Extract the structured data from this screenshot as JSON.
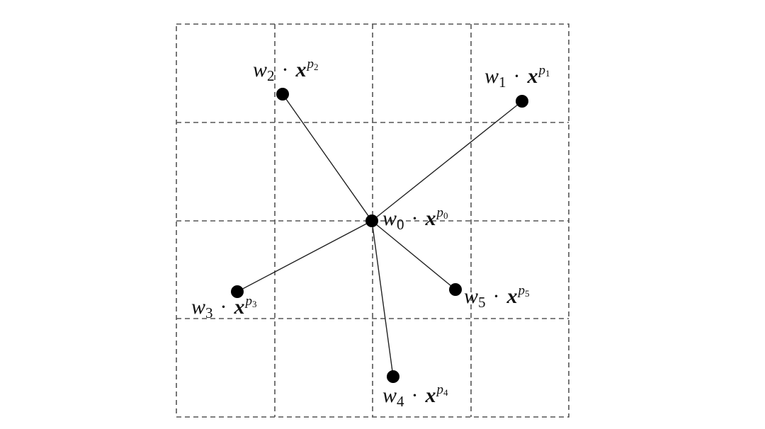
{
  "diagram": {
    "colors": {
      "grid": "#555555",
      "edge": "#222222",
      "node": "#000000",
      "text": "#111111"
    },
    "labels": {
      "p0": {
        "w": "w",
        "w_sub": "0",
        "dot": "·",
        "x": "x",
        "p": "p",
        "p_sub": "0"
      },
      "p1": {
        "w": "w",
        "w_sub": "1",
        "dot": "·",
        "x": "x",
        "p": "p",
        "p_sub": "1"
      },
      "p2": {
        "w": "w",
        "w_sub": "2",
        "dot": "·",
        "x": "x",
        "p": "p",
        "p_sub": "2"
      },
      "p3": {
        "w": "w",
        "w_sub": "3",
        "dot": "·",
        "x": "x",
        "p": "p",
        "p_sub": "3"
      },
      "p4": {
        "w": "w",
        "w_sub": "4",
        "dot": "·",
        "x": "x",
        "p": "p",
        "p_sub": "4"
      },
      "p5": {
        "w": "w",
        "w_sub": "5",
        "dot": "·",
        "x": "x",
        "p": "p",
        "p_sub": "5"
      }
    }
  }
}
